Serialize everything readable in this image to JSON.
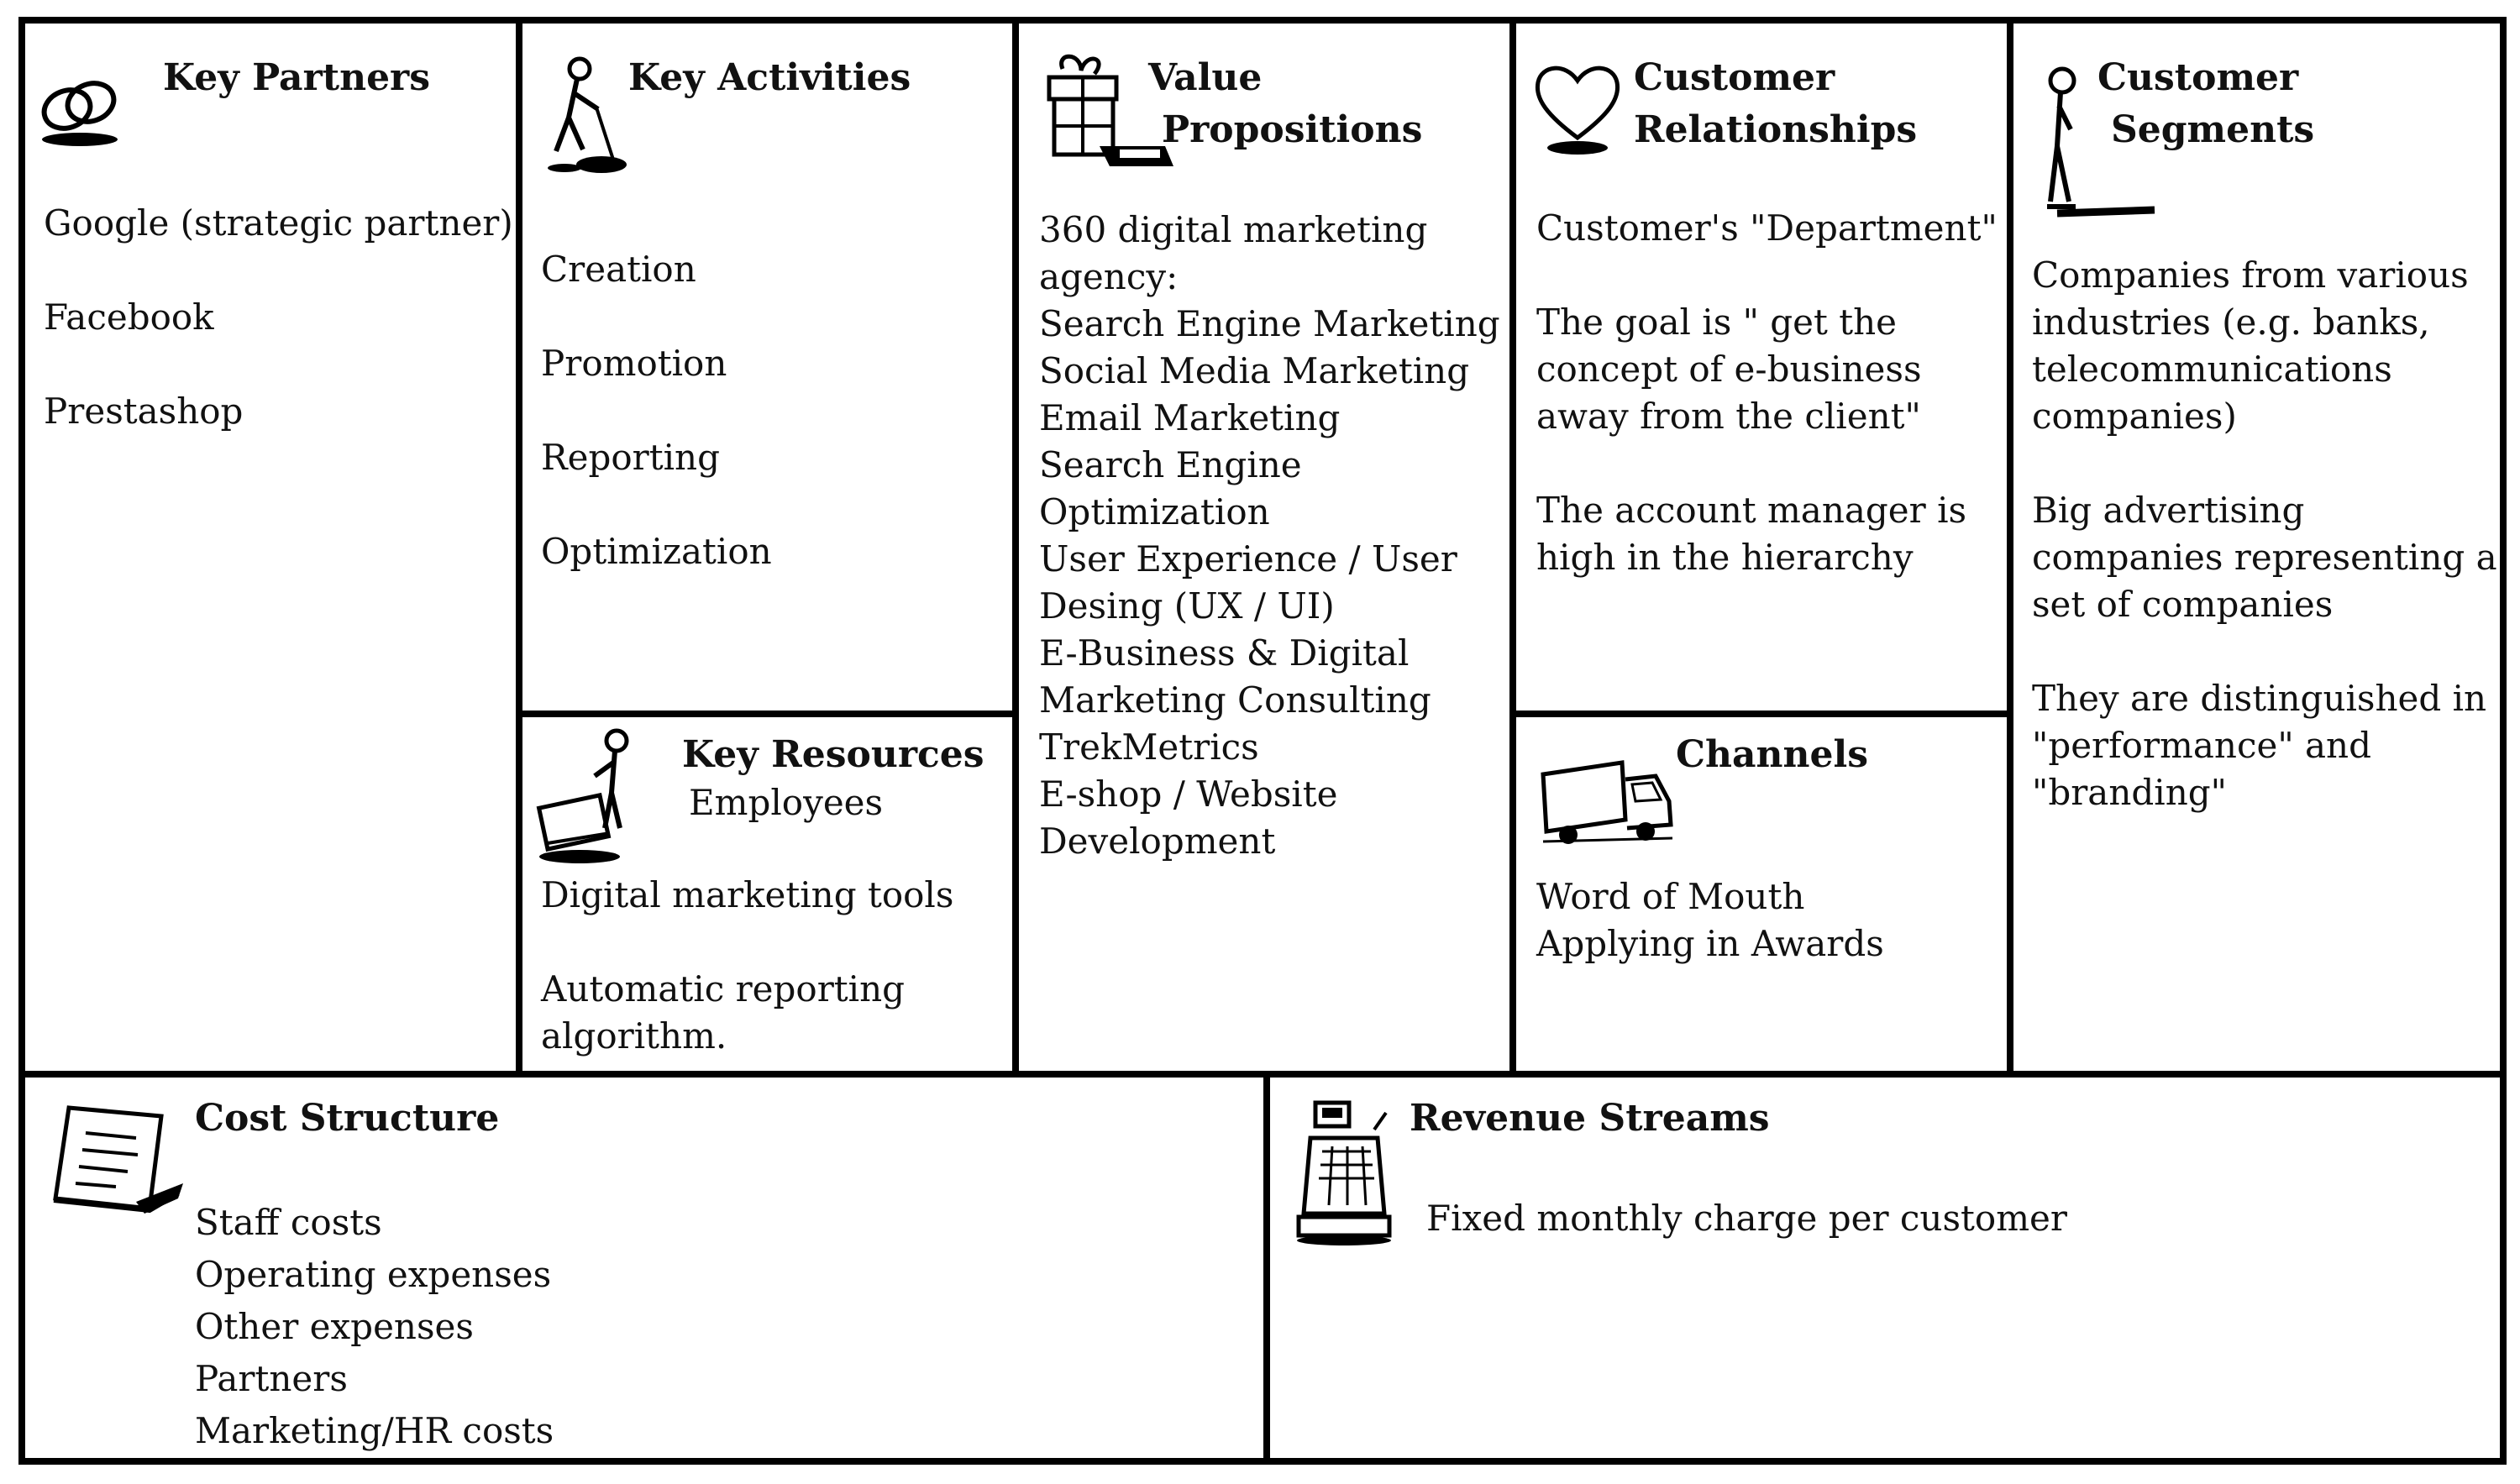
{
  "canvas": {
    "key_partners": {
      "title": "Key Partners",
      "items": [
        "Google (strategic partner)",
        "Facebook",
        "Prestashop"
      ]
    },
    "key_activities": {
      "title": "Key Activities",
      "items": [
        "Creation",
        "Promotion",
        "Reporting",
        "Optimization"
      ]
    },
    "key_resources": {
      "title": "Key Resources",
      "first_item": "Employees",
      "items": [
        "Digital marketing tools",
        "Automatic reporting",
        "algorithm."
      ]
    },
    "value_propositions": {
      "title_line1": "Value",
      "title_line2": "Propositions",
      "lines": [
        "360 digital marketing",
        "agency:",
        "Search Engine Marketing",
        "Social Media Marketing",
        "Email Marketing",
        "Search Engine",
        "Optimization",
        "User Experience / User",
        "Desing (UX / UI)",
        "E-Business & Digital",
        "Marketing Consulting",
        "TrekMetrics",
        "E-shop / Website",
        "Development"
      ]
    },
    "customer_relationships": {
      "title_line1": "Customer",
      "title_line2": "Relationships",
      "lines": [
        "Customer's \"Department\"",
        "The goal is \" get the",
        "concept of e-business",
        "away from the client\"",
        "The account manager is",
        "high in the hierarchy"
      ]
    },
    "channels": {
      "title": "Channels",
      "lines": [
        "Word of Mouth",
        "Applying in Awards"
      ]
    },
    "customer_segments": {
      "title_line1": "Customer",
      "title_line2": "Segments",
      "lines": [
        "Companies from various",
        "industries (e.g. banks,",
        "telecommunications",
        "companies)",
        "Big advertising",
        "companies representing a",
        "set of companies",
        "They are distinguished in",
        "\"performance\" and",
        "\"branding\""
      ]
    },
    "cost_structure": {
      "title": "Cost Structure",
      "lines": [
        "Staff costs",
        "Operating expenses",
        "Other expenses",
        "Partners",
        "Marketing/HR costs"
      ]
    },
    "revenue_streams": {
      "title": "Revenue Streams",
      "lines": [
        "Fixed monthly charge per customer"
      ]
    }
  },
  "icons": {
    "key_partners": "linked-rings-icon",
    "key_activities": "digging-person-icon",
    "key_resources": "person-with-machine-icon",
    "value_propositions": "gift-box-icon",
    "customer_relationships": "heart-icon",
    "channels": "delivery-truck-icon",
    "customer_segments": "standing-person-icon",
    "cost_structure": "receipt-paper-icon",
    "revenue_streams": "cash-register-icon"
  }
}
